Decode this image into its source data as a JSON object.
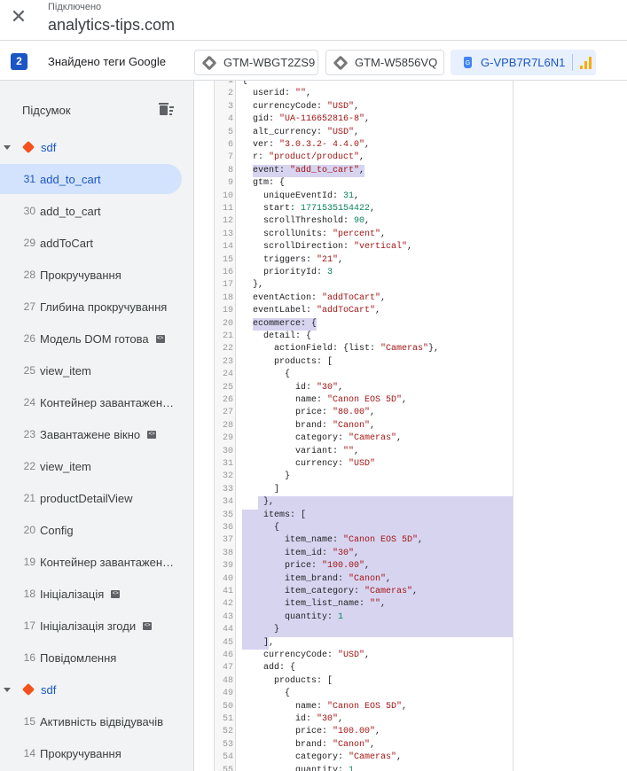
{
  "header": {
    "status": "Підключено",
    "domain": "analytics-tips.com",
    "close_icon": "close-icon"
  },
  "tagbar": {
    "count": "2",
    "label": "Знайдено теги Google",
    "chips": [
      {
        "label": "GTM-WBGT2ZS9"
      },
      {
        "label": "GTM-W5856VQ"
      },
      {
        "label": "G-VPB7R7L6N1"
      }
    ]
  },
  "sidebar": {
    "title": "Підсумок",
    "items": [
      {
        "group": "sdf"
      },
      {
        "num": "31",
        "label": "add_to_cart",
        "active": true
      },
      {
        "num": "30",
        "label": "add_to_cart"
      },
      {
        "num": "29",
        "label": "addToCart"
      },
      {
        "num": "28",
        "label": "Прокручування"
      },
      {
        "num": "27",
        "label": "Глибина прокручування"
      },
      {
        "num": "26",
        "label": "Модель DOM готова",
        "code": true
      },
      {
        "num": "25",
        "label": "view_item"
      },
      {
        "num": "24",
        "label": "Контейнер завантажен…"
      },
      {
        "num": "23",
        "label": "Завантажене вікно",
        "code": true
      },
      {
        "num": "22",
        "label": "view_item"
      },
      {
        "num": "21",
        "label": "productDetailView"
      },
      {
        "num": "20",
        "label": "Config"
      },
      {
        "num": "19",
        "label": "Контейнер завантажен…"
      },
      {
        "num": "18",
        "label": "Ініціалізація",
        "code": true
      },
      {
        "num": "17",
        "label": "Ініціалізація згоди",
        "code": true
      },
      {
        "num": "16",
        "label": "Повідомлення"
      },
      {
        "group": "sdf"
      },
      {
        "num": "15",
        "label": "Активність відвідувачів"
      },
      {
        "num": "14",
        "label": "Прокручування"
      }
    ]
  },
  "code": [
    [
      [
        "{",
        "p"
      ]
    ],
    [
      [
        "  userid: ",
        "p"
      ],
      [
        "\"\"",
        "s"
      ],
      [
        ",",
        "p"
      ]
    ],
    [
      [
        "  currencyCode: ",
        "p"
      ],
      [
        "\"USD\"",
        "s"
      ],
      [
        ",",
        "p"
      ]
    ],
    [
      [
        "  gid: ",
        "p"
      ],
      [
        "\"UA-116652816-8\"",
        "s"
      ],
      [
        ",",
        "p"
      ]
    ],
    [
      [
        "  alt_currency: ",
        "p"
      ],
      [
        "\"USD\"",
        "s"
      ],
      [
        ",",
        "p"
      ]
    ],
    [
      [
        "  ver: ",
        "p"
      ],
      [
        "\"3.0.3.2- 4.4.0\"",
        "s"
      ],
      [
        ",",
        "p"
      ]
    ],
    [
      [
        "  r: ",
        "p"
      ],
      [
        "\"product/product\"",
        "s"
      ],
      [
        ",",
        "p"
      ]
    ],
    [
      [
        "  event: ",
        "p"
      ],
      [
        "\"add_to_cart\"",
        "s"
      ],
      [
        ",",
        "p"
      ]
    ],
    [
      [
        "  gtm: {",
        "p"
      ]
    ],
    [
      [
        "    uniqueEventId: ",
        "p"
      ],
      [
        "31",
        "n"
      ],
      [
        ",",
        "p"
      ]
    ],
    [
      [
        "    start: ",
        "p"
      ],
      [
        "1771535154422",
        "n"
      ],
      [
        ",",
        "p"
      ]
    ],
    [
      [
        "    scrollThreshold: ",
        "p"
      ],
      [
        "90",
        "n"
      ],
      [
        ",",
        "p"
      ]
    ],
    [
      [
        "    scrollUnits: ",
        "p"
      ],
      [
        "\"percent\"",
        "s"
      ],
      [
        ",",
        "p"
      ]
    ],
    [
      [
        "    scrollDirection: ",
        "p"
      ],
      [
        "\"vertical\"",
        "s"
      ],
      [
        ",",
        "p"
      ]
    ],
    [
      [
        "    triggers: ",
        "p"
      ],
      [
        "\"21\"",
        "s"
      ],
      [
        ",",
        "p"
      ]
    ],
    [
      [
        "    priorityId: ",
        "p"
      ],
      [
        "3",
        "n"
      ]
    ],
    [
      [
        "  },",
        "p"
      ]
    ],
    [
      [
        "  eventAction: ",
        "p"
      ],
      [
        "\"addToCart\"",
        "s"
      ],
      [
        ",",
        "p"
      ]
    ],
    [
      [
        "  eventLabel: ",
        "p"
      ],
      [
        "\"addToCart\"",
        "s"
      ],
      [
        ",",
        "p"
      ]
    ],
    [
      [
        "  ecommerce: {",
        "p"
      ]
    ],
    [
      [
        "    detail: {",
        "p"
      ]
    ],
    [
      [
        "      actionField: {list: ",
        "p"
      ],
      [
        "\"Cameras\"",
        "s"
      ],
      [
        "},",
        "p"
      ]
    ],
    [
      [
        "      products: [",
        "p"
      ]
    ],
    [
      [
        "        {",
        "p"
      ]
    ],
    [
      [
        "          id: ",
        "p"
      ],
      [
        "\"30\"",
        "s"
      ],
      [
        ",",
        "p"
      ]
    ],
    [
      [
        "          name: ",
        "p"
      ],
      [
        "\"Canon EOS 5D\"",
        "s"
      ],
      [
        ",",
        "p"
      ]
    ],
    [
      [
        "          price: ",
        "p"
      ],
      [
        "\"80.00\"",
        "s"
      ],
      [
        ",",
        "p"
      ]
    ],
    [
      [
        "          brand: ",
        "p"
      ],
      [
        "\"Canon\"",
        "s"
      ],
      [
        ",",
        "p"
      ]
    ],
    [
      [
        "          category: ",
        "p"
      ],
      [
        "\"Cameras\"",
        "s"
      ],
      [
        ",",
        "p"
      ]
    ],
    [
      [
        "          variant: ",
        "p"
      ],
      [
        "\"\"",
        "s"
      ],
      [
        ",",
        "p"
      ]
    ],
    [
      [
        "          currency: ",
        "p"
      ],
      [
        "\"USD\"",
        "s"
      ]
    ],
    [
      [
        "        }",
        "p"
      ]
    ],
    [
      [
        "      ]",
        "p"
      ]
    ],
    [
      [
        "    },",
        "p"
      ]
    ],
    [
      [
        "    items: [",
        "p"
      ]
    ],
    [
      [
        "      {",
        "p"
      ]
    ],
    [
      [
        "        item_name: ",
        "p"
      ],
      [
        "\"Canon EOS 5D\"",
        "s"
      ],
      [
        ",",
        "p"
      ]
    ],
    [
      [
        "        item_id: ",
        "p"
      ],
      [
        "\"30\"",
        "s"
      ],
      [
        ",",
        "p"
      ]
    ],
    [
      [
        "        price: ",
        "p"
      ],
      [
        "\"100.00\"",
        "s"
      ],
      [
        ",",
        "p"
      ]
    ],
    [
      [
        "        item_brand: ",
        "p"
      ],
      [
        "\"Canon\"",
        "s"
      ],
      [
        ",",
        "p"
      ]
    ],
    [
      [
        "        item_category: ",
        "p"
      ],
      [
        "\"Cameras\"",
        "s"
      ],
      [
        ",",
        "p"
      ]
    ],
    [
      [
        "        item_list_name: ",
        "p"
      ],
      [
        "\"\"",
        "s"
      ],
      [
        ",",
        "p"
      ]
    ],
    [
      [
        "        quantity: ",
        "p"
      ],
      [
        "1",
        "n"
      ]
    ],
    [
      [
        "      }",
        "p"
      ]
    ],
    [
      [
        "    ],",
        "p"
      ]
    ],
    [
      [
        "    currencyCode: ",
        "p"
      ],
      [
        "\"USD\"",
        "s"
      ],
      [
        ",",
        "p"
      ]
    ],
    [
      [
        "    add: {",
        "p"
      ]
    ],
    [
      [
        "      products: [",
        "p"
      ]
    ],
    [
      [
        "        {",
        "p"
      ]
    ],
    [
      [
        "          name: ",
        "p"
      ],
      [
        "\"Canon EOS 5D\"",
        "s"
      ],
      [
        ",",
        "p"
      ]
    ],
    [
      [
        "          id: ",
        "p"
      ],
      [
        "\"30\"",
        "s"
      ],
      [
        ",",
        "p"
      ]
    ],
    [
      [
        "          price: ",
        "p"
      ],
      [
        "\"100.00\"",
        "s"
      ],
      [
        ",",
        "p"
      ]
    ],
    [
      [
        "          brand: ",
        "p"
      ],
      [
        "\"Canon\"",
        "s"
      ],
      [
        ",",
        "p"
      ]
    ],
    [
      [
        "          category: ",
        "p"
      ],
      [
        "\"Cameras\"",
        "s"
      ],
      [
        ",",
        "p"
      ]
    ],
    [
      [
        "          quantity: ",
        "p"
      ],
      [
        "1",
        "n"
      ]
    ]
  ],
  "colors": {
    "accent": "#1a56c4",
    "highlight": "#d7d4f0",
    "string": "#a31515",
    "number": "#098658"
  }
}
